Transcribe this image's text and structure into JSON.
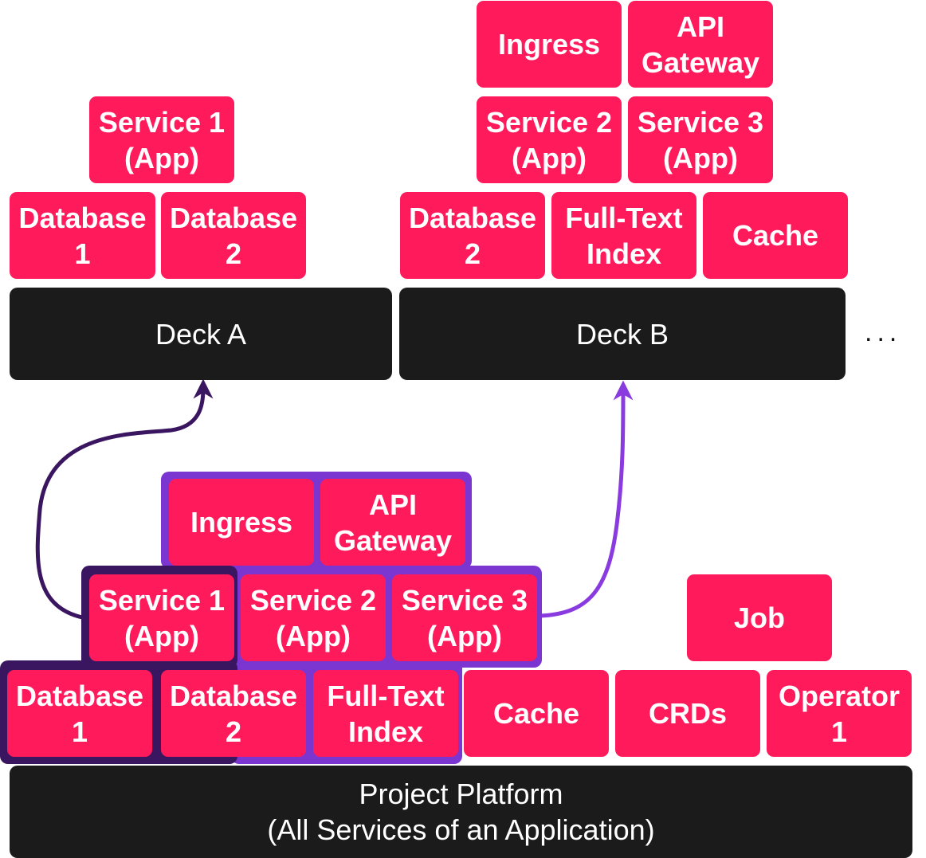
{
  "colors": {
    "box": "#ff1a5b",
    "deck": "#1b1b1b",
    "group_purple": "#7b35d0",
    "group_dark": "#3a1660",
    "arrow_dark": "#3a1660",
    "arrow_purple": "#8a3be0"
  },
  "deck_a": {
    "label": "Deck A",
    "boxes": [
      "Service 1\n(App)",
      "Database\n1",
      "Database\n2"
    ]
  },
  "deck_b": {
    "label": "Deck B",
    "boxes": [
      "Ingress",
      "API\nGateway",
      "Service 2\n(App)",
      "Service 3\n(App)",
      "Database\n2",
      "Full-Text\nIndex",
      "Cache"
    ]
  },
  "more_decks": "...",
  "platform": {
    "label": "Project Platform\n(All Services of an Application)",
    "boxes": [
      "Ingress",
      "API\nGateway",
      "Service 1\n(App)",
      "Service 2\n(App)",
      "Service 3\n(App)",
      "Database\n1",
      "Database\n2",
      "Full-Text\nIndex",
      "Cache",
      "CRDs",
      "Operator\n1",
      "Job"
    ]
  }
}
